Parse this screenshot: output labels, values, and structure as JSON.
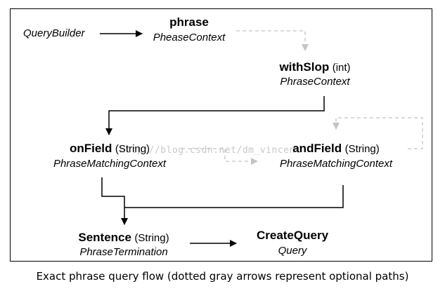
{
  "diagram": {
    "start": {
      "label": "QueryBuilder"
    },
    "nodes": {
      "phrase": {
        "name": "phrase",
        "param": "",
        "context": "PheaseContext"
      },
      "withSlop": {
        "name": "withSlop",
        "param": "(int)",
        "context": "PhraseContext"
      },
      "onField": {
        "name": "onField",
        "param": "(String)",
        "context": "PhraseMatchingContext"
      },
      "andField": {
        "name": "andField",
        "param": "(String)",
        "context": "PhraseMatchingContext"
      },
      "sentence": {
        "name": "Sentence",
        "param": "(String)",
        "context": "PhraseTermination"
      },
      "createQuery": {
        "name": "CreateQuery",
        "param": "",
        "context": "Query"
      }
    },
    "legend": {
      "solid": "#000000",
      "optional": "#c4c4c4"
    }
  },
  "watermark": "http://blog.csdn.net/dm_vincent",
  "caption": "Exact phrase query flow (dotted gray arrows represent optional paths)"
}
